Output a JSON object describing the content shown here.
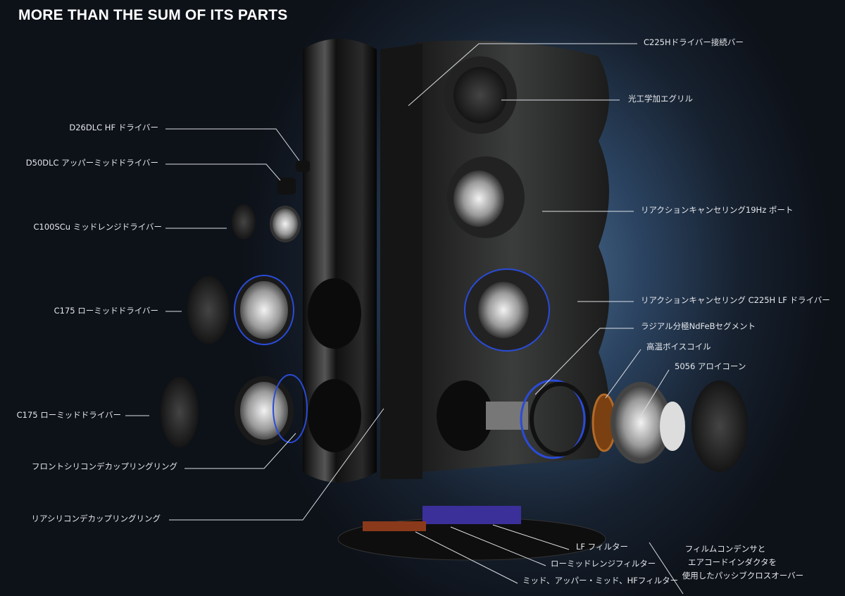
{
  "title": "MORE THAN THE SUM OF ITS PARTS",
  "labels_left": [
    "D26DLC HF ドライバー",
    "D50DLC アッパーミッドドライバー",
    "C100SCu ミッドレンジドライバー",
    "C175 ローミッドドライバー",
    "C175 ローミッドドライバー",
    "フロントシリコンデカップリングリング",
    "リアシリコンデカップリングリング"
  ],
  "labels_right": [
    "C225Hドライバー接続バー",
    "光工学加エグリル",
    "リアクションキャンセリング19Hz ポート",
    "リアクションキャンセリング C225H LF ドライバー",
    "ラジアル分極NdFeBセグメント",
    "高温ボイスコイル",
    "5056 アロイコーン"
  ],
  "labels_bottom": [
    "LF フィルター",
    "ローミッドレンジフィルター",
    "ミッド、アッパー・ミッド、HFフィルター"
  ],
  "crossover_note": [
    "フィルムコンデンサと",
    "エアコードインダクタを",
    "使用したパッシブクロスオーバー"
  ],
  "colors": {
    "accent_ring": "#2a4bd8",
    "background": "#16202e"
  }
}
